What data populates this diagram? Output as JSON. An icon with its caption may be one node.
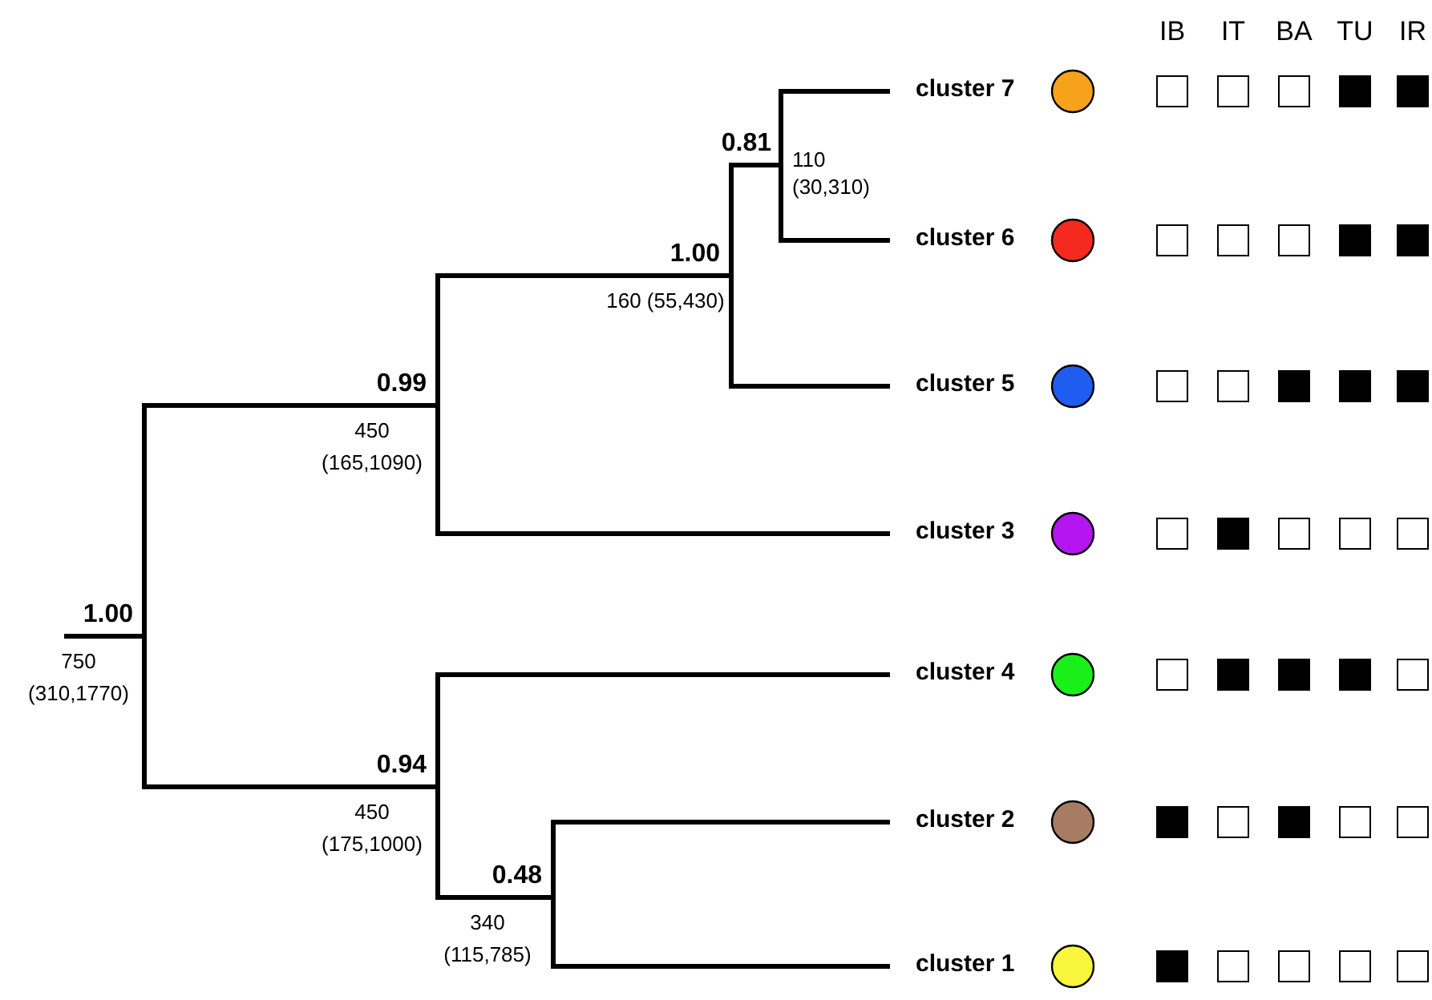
{
  "diagram": {
    "nodes": [
      {
        "text": [
          "1.00",
          "750 (310,1770)"
        ]
      },
      {
        "text": [
          "0.99",
          "450 (165,1090)"
        ]
      },
      {
        "text": [
          "1.00",
          "160 (55,430)"
        ]
      },
      {
        "text": [
          "0.81",
          "110 (30,310)"
        ]
      },
      {
        "text": [
          "0.94",
          "450 (175,1000)"
        ]
      },
      {
        "text": [
          "0.48",
          "340 (115,785)"
        ]
      },
      {
        "text": [
          "cluster 7"
        ]
      },
      {
        "text": [
          "cluster 6"
        ]
      },
      {
        "text": [
          "cluster 5"
        ]
      },
      {
        "text": [
          "cluster 3"
        ]
      },
      {
        "text": [
          "cluster 4"
        ]
      },
      {
        "text": [
          "cluster 2"
        ]
      },
      {
        "text": [
          "cluster 1"
        ]
      }
    ],
    "edges": [
      {
        "from": null,
        "to": 0,
        "arrow": "none"
      },
      {
        "from": 0,
        "to": 1,
        "arrow": "none"
      },
      {
        "from": 0,
        "to": 4,
        "arrow": "none"
      },
      {
        "from": 1,
        "to": 2,
        "arrow": "none"
      },
      {
        "from": 1,
        "to": 9,
        "arrow": "none"
      },
      {
        "from": 2,
        "to": 3,
        "arrow": "none"
      },
      {
        "from": 2,
        "to": 8,
        "arrow": "none"
      },
      {
        "from": 3,
        "to": 6,
        "arrow": "none"
      },
      {
        "from": 3,
        "to": 7,
        "arrow": "none"
      },
      {
        "from": 4,
        "to": 10,
        "arrow": "none"
      },
      {
        "from": 4,
        "to": 5,
        "arrow": "none"
      },
      {
        "from": 5,
        "to": 11,
        "arrow": "none"
      },
      {
        "from": 5,
        "to": 12,
        "arrow": "none"
      }
    ],
    "labels": [
      "IB",
      "IT",
      "BA",
      "TU",
      "IR"
    ]
  }
}
